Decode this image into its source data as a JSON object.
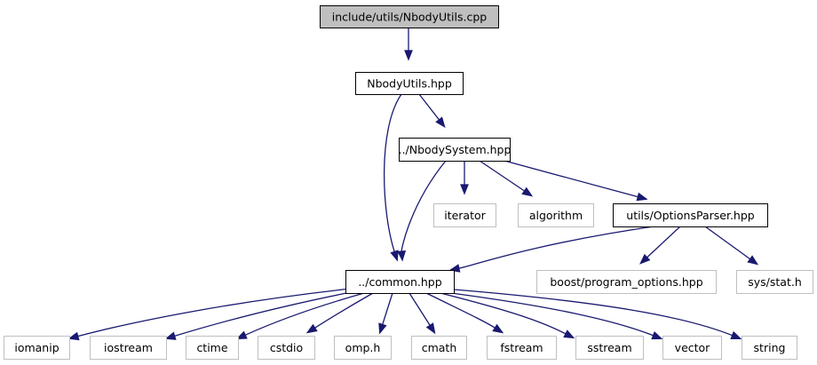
{
  "colors": {
    "edge": "#191970",
    "root_fill": "#bfbfbf",
    "root_border": "#000000",
    "local_border": "#000000",
    "external_border": "#bfbfbf",
    "text": "#000000",
    "background": "#ffffff"
  },
  "nodes": {
    "root": {
      "label": "include/utils/NbodyUtils.cpp",
      "kind": "root"
    },
    "nbodyutils": {
      "label": "NbodyUtils.hpp",
      "kind": "local"
    },
    "nbodysystem": {
      "label": "../NbodySystem.hpp",
      "kind": "local"
    },
    "iterator": {
      "label": "iterator",
      "kind": "external"
    },
    "algorithm": {
      "label": "algorithm",
      "kind": "external"
    },
    "optionsparser": {
      "label": "utils/OptionsParser.hpp",
      "kind": "local"
    },
    "common": {
      "label": "../common.hpp",
      "kind": "local"
    },
    "boost": {
      "label": "boost/program_options.hpp",
      "kind": "external"
    },
    "sysstat": {
      "label": "sys/stat.h",
      "kind": "external"
    },
    "iomanip": {
      "label": "iomanip",
      "kind": "external"
    },
    "iostream": {
      "label": "iostream",
      "kind": "external"
    },
    "ctime": {
      "label": "ctime",
      "kind": "external"
    },
    "cstdio": {
      "label": "cstdio",
      "kind": "external"
    },
    "omp": {
      "label": "omp.h",
      "kind": "external"
    },
    "cmath": {
      "label": "cmath",
      "kind": "external"
    },
    "fstream": {
      "label": "fstream",
      "kind": "external"
    },
    "sstream": {
      "label": "sstream",
      "kind": "external"
    },
    "vector": {
      "label": "vector",
      "kind": "external"
    },
    "string": {
      "label": "string",
      "kind": "external"
    }
  },
  "edges": [
    {
      "from": "root",
      "to": "nbodyutils"
    },
    {
      "from": "nbodyutils",
      "to": "nbodysystem"
    },
    {
      "from": "nbodyutils",
      "to": "common"
    },
    {
      "from": "nbodysystem",
      "to": "iterator"
    },
    {
      "from": "nbodysystem",
      "to": "algorithm"
    },
    {
      "from": "nbodysystem",
      "to": "optionsparser"
    },
    {
      "from": "nbodysystem",
      "to": "common"
    },
    {
      "from": "optionsparser",
      "to": "common"
    },
    {
      "from": "optionsparser",
      "to": "boost"
    },
    {
      "from": "optionsparser",
      "to": "sysstat"
    },
    {
      "from": "common",
      "to": "iomanip"
    },
    {
      "from": "common",
      "to": "iostream"
    },
    {
      "from": "common",
      "to": "ctime"
    },
    {
      "from": "common",
      "to": "cstdio"
    },
    {
      "from": "common",
      "to": "omp"
    },
    {
      "from": "common",
      "to": "cmath"
    },
    {
      "from": "common",
      "to": "fstream"
    },
    {
      "from": "common",
      "to": "sstream"
    },
    {
      "from": "common",
      "to": "vector"
    },
    {
      "from": "common",
      "to": "string"
    }
  ]
}
